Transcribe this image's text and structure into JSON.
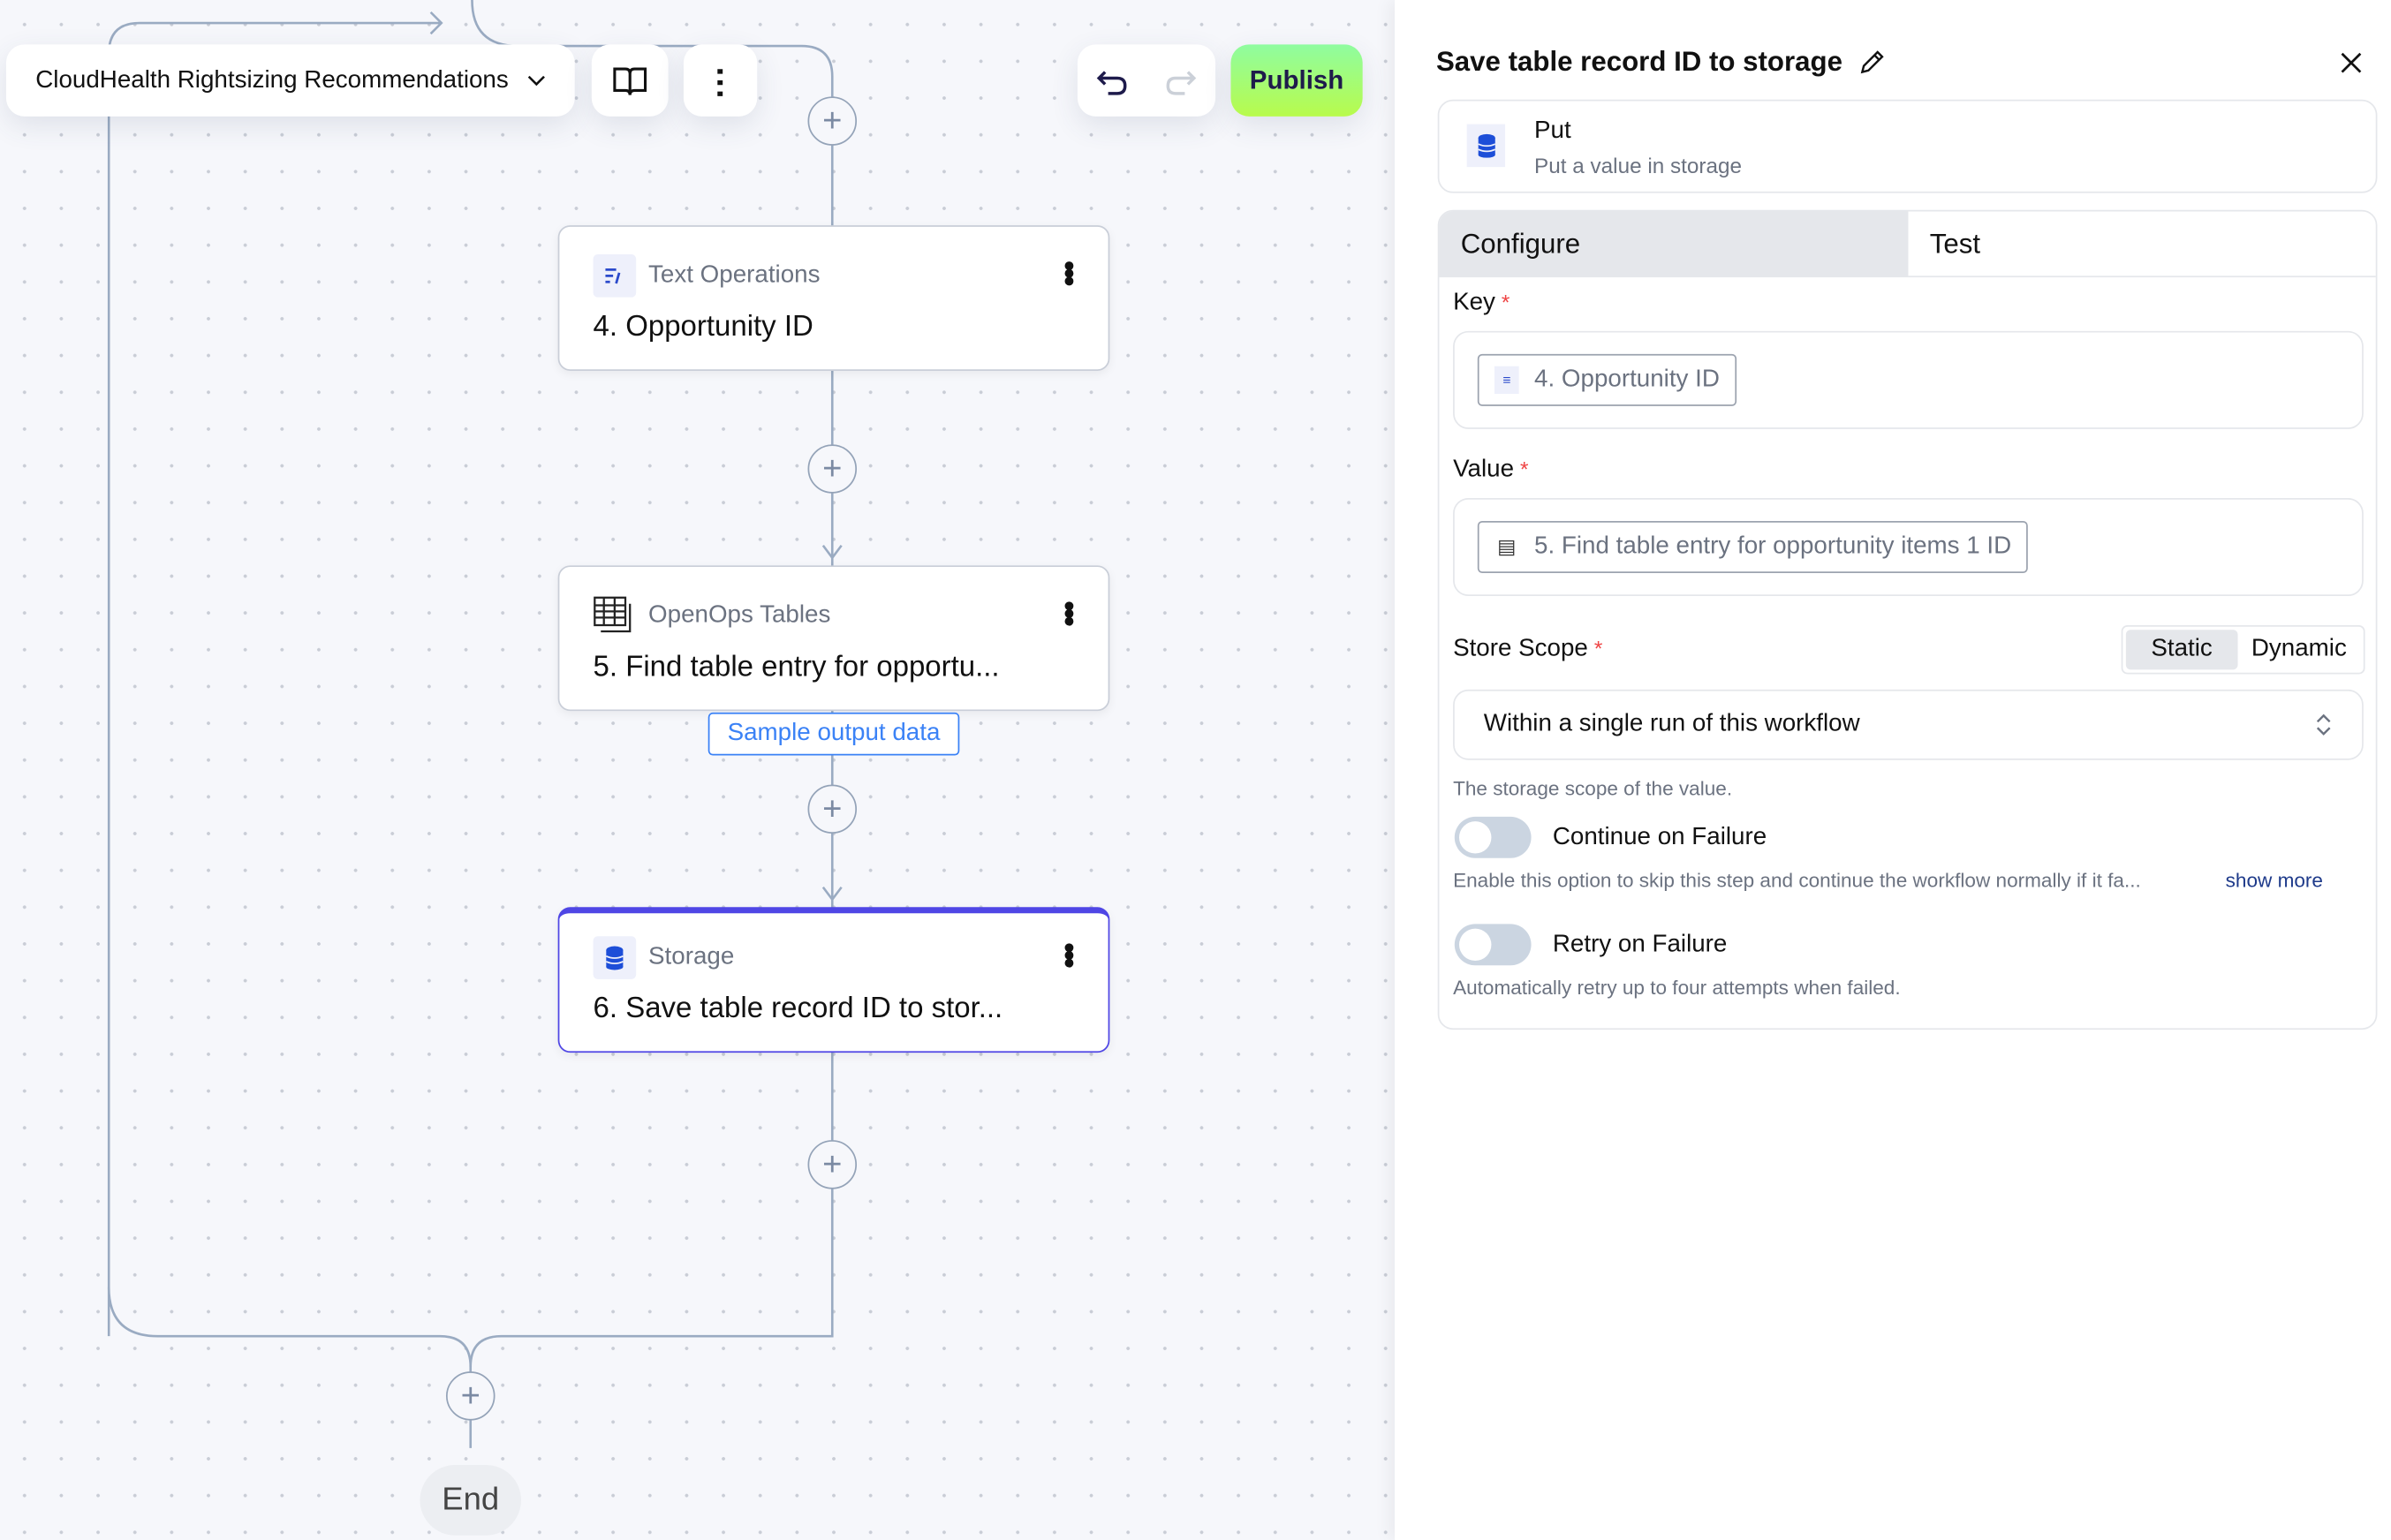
{
  "toolbar": {
    "flow_name": "CloudHealth Rightsizing Recommendations",
    "icons": {
      "dropdown": "chevron-down-icon",
      "docs": "book-open-icon",
      "more": "more-vertical-icon",
      "undo": "undo-icon",
      "redo": "redo-icon"
    },
    "publish_label": "Publish",
    "publish_colors": [
      "#8ffca0",
      "#b8fb4c"
    ]
  },
  "canvas": {
    "steps": [
      {
        "app": "Text Operations",
        "title": "4. Opportunity ID",
        "icon": "text-operations-icon"
      },
      {
        "app": "OpenOps Tables",
        "title": "5. Find table entry for opportu...",
        "icon": "table-icon",
        "badge": "Sample output data"
      },
      {
        "app": "Storage",
        "title": "6. Save table record ID to stor...",
        "icon": "database-icon",
        "selected": true
      }
    ],
    "end_label": "End",
    "accent": "#4f46e5"
  },
  "panel": {
    "title": "Save table record ID to storage",
    "action": {
      "name": "Put",
      "description": "Put a value in storage"
    },
    "tabs": [
      {
        "label": "Configure",
        "active": true
      },
      {
        "label": "Test",
        "active": false
      }
    ],
    "key": {
      "label": "Key",
      "value": "4. Opportunity ID"
    },
    "value": {
      "label": "Value",
      "value": "5. Find table entry for opportunity items 1 ID"
    },
    "store_scope": {
      "label": "Store Scope",
      "modes": [
        {
          "label": "Static",
          "active": true
        },
        {
          "label": "Dynamic",
          "active": false
        }
      ],
      "selected": "Within a single run of this workflow",
      "help": "The storage scope of the value."
    },
    "continue_on_failure": {
      "label": "Continue on Failure",
      "enabled": false,
      "help": "Enable this option to skip this step and continue the workflow normally if it fa...",
      "show_more": "show more"
    },
    "retry_on_failure": {
      "label": "Retry on Failure",
      "enabled": false,
      "help": "Automatically retry up to four attempts when failed."
    }
  }
}
